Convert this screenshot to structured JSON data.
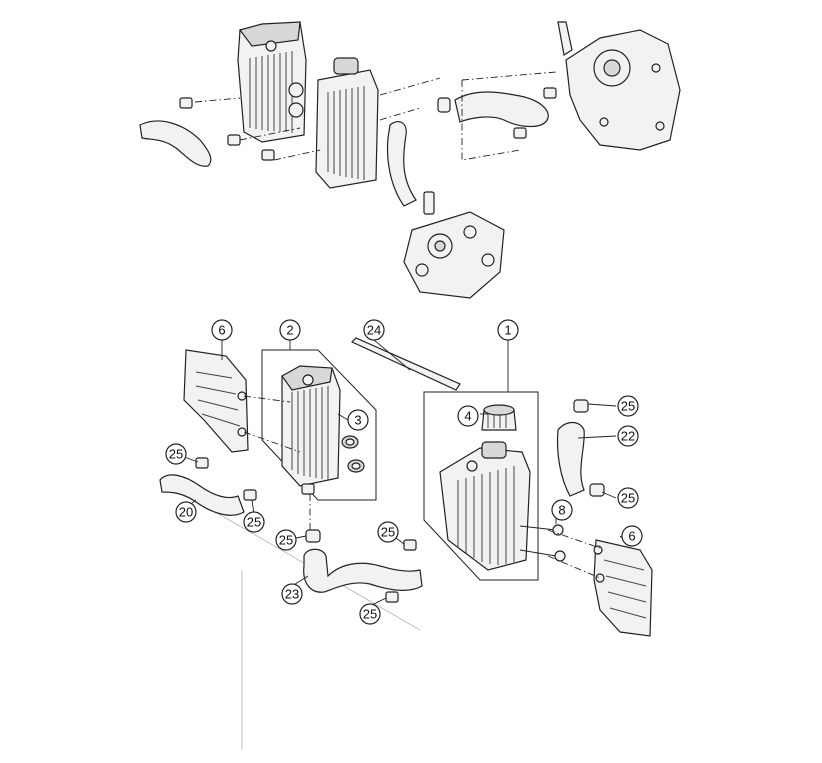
{
  "callouts": [
    {
      "id": "c6a",
      "label": "6"
    },
    {
      "id": "c2",
      "label": "2"
    },
    {
      "id": "c24",
      "label": "24"
    },
    {
      "id": "c1",
      "label": "1"
    },
    {
      "id": "c3",
      "label": "3"
    },
    {
      "id": "c4",
      "label": "4"
    },
    {
      "id": "c25a",
      "label": "25"
    },
    {
      "id": "c22",
      "label": "22"
    },
    {
      "id": "c25b",
      "label": "25"
    },
    {
      "id": "c25c",
      "label": "25"
    },
    {
      "id": "c8",
      "label": "8"
    },
    {
      "id": "c6b",
      "label": "6"
    },
    {
      "id": "c20",
      "label": "20"
    },
    {
      "id": "c25d",
      "label": "25"
    },
    {
      "id": "c25e",
      "label": "25"
    },
    {
      "id": "c25f",
      "label": "25"
    },
    {
      "id": "c23",
      "label": "23"
    },
    {
      "id": "c25g",
      "label": "25"
    }
  ]
}
